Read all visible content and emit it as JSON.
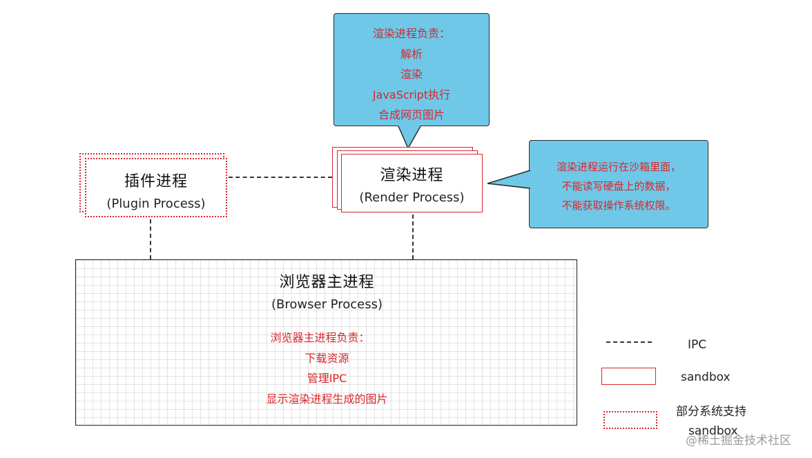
{
  "render_callout": {
    "lines": [
      "渲染进程负责：",
      "解析",
      "渲染",
      "JavaScript执行",
      "合成网页图片"
    ]
  },
  "sandbox_callout": {
    "lines": [
      "渲染进程运行在沙箱里面，",
      "不能读写硬盘上的数据，",
      "不能获取操作系统权限。"
    ]
  },
  "plugin_process": {
    "title": "插件进程",
    "subtitle": "(Plugin Process)"
  },
  "render_process": {
    "title": "渲染进程",
    "subtitle": "(Render Process)"
  },
  "browser_process": {
    "title": "浏览器主进程",
    "subtitle": "(Browser Process)",
    "duties": [
      "浏览器主进程负责：",
      "下载资源",
      "管理IPC",
      "显示渲染进程生成的图片"
    ]
  },
  "legend": {
    "ipc_label": "IPC",
    "sandbox_label": "sandbox",
    "partial_sandbox_label": [
      "部分系统支持",
      "sandbox"
    ]
  },
  "watermark": "@稀土掘金技术社区",
  "colors": {
    "callout_bg": "#6fc8e8",
    "accent_red": "#d8262b",
    "line": "#333333"
  }
}
